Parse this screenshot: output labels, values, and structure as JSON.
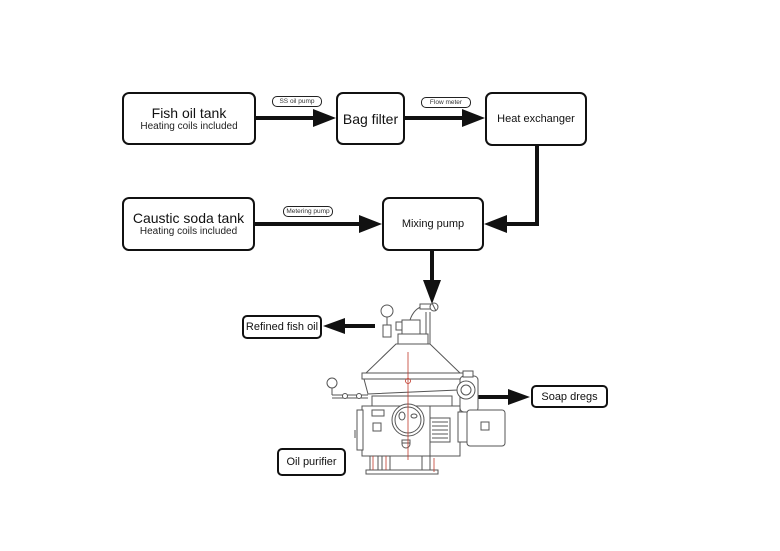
{
  "diagram": {
    "nodes": {
      "fish_oil_tank": {
        "title": "Fish oil tank",
        "subtitle": "Heating coils included"
      },
      "bag_filter": {
        "title": "Bag filter"
      },
      "heat_exchanger": {
        "title": "Heat exchanger"
      },
      "caustic_soda_tank": {
        "title": "Caustic soda tank",
        "subtitle": "Heating coils included"
      },
      "mixing_pump": {
        "title": "Mixing pump"
      },
      "refined_fish_oil": {
        "title": "Refined fish oil"
      },
      "soap_dregs": {
        "title": "Soap dregs"
      },
      "oil_purifier": {
        "title": "Oil purifier"
      }
    },
    "edge_labels": {
      "ss_oil_pump": "SS oil pump",
      "flow_meter": "Flow meter",
      "metering_pump": "Metering pump"
    },
    "edges": [
      {
        "from": "Fish oil tank",
        "to": "Bag filter",
        "label": "SS oil pump"
      },
      {
        "from": "Bag filter",
        "to": "Heat exchanger",
        "label": "Flow meter"
      },
      {
        "from": "Heat exchanger",
        "to": "Mixing pump",
        "label": ""
      },
      {
        "from": "Caustic soda tank",
        "to": "Mixing pump",
        "label": "Metering pump"
      },
      {
        "from": "Mixing pump",
        "to": "Oil purifier",
        "label": ""
      },
      {
        "from": "Oil purifier",
        "to": "Refined fish oil",
        "label": ""
      },
      {
        "from": "Oil purifier",
        "to": "Soap dregs",
        "label": ""
      }
    ],
    "colors": {
      "line": "#111111",
      "centerline": "#c0392b",
      "machine": "#555555"
    }
  }
}
